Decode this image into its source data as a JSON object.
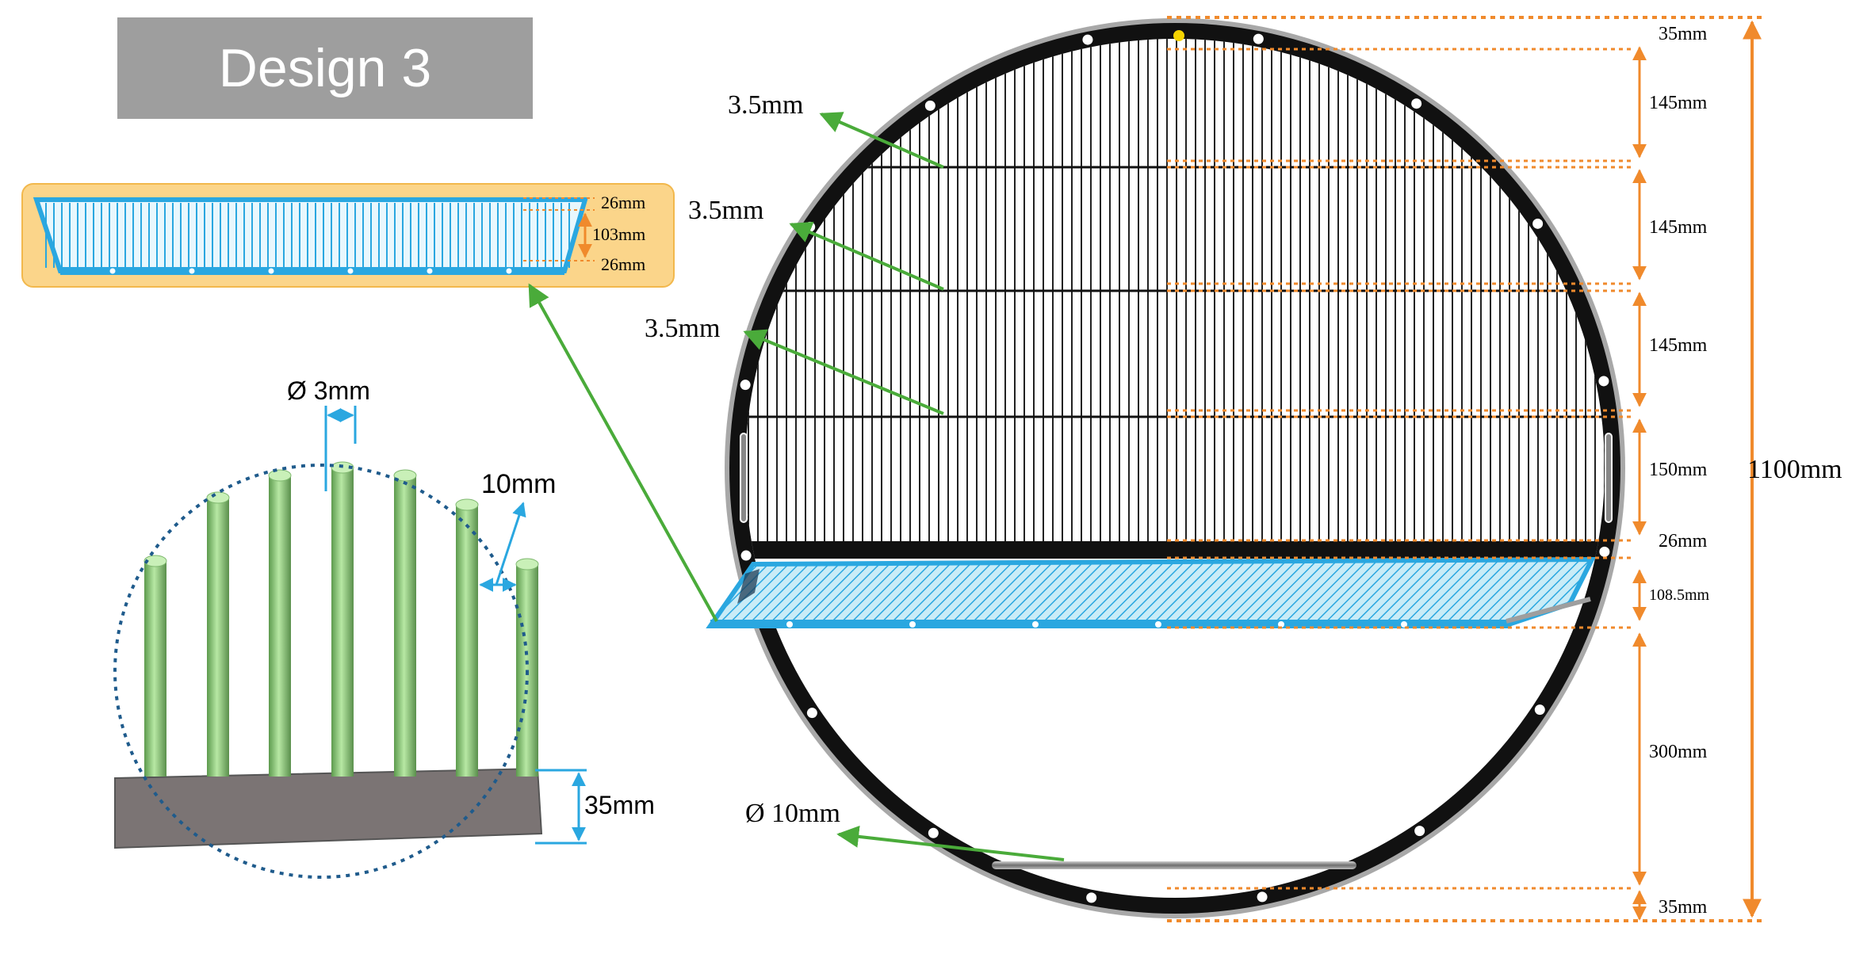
{
  "title": "Design 3",
  "inset": {
    "top_label": "26mm",
    "middle_label": "103mm",
    "bottom_label": "26mm"
  },
  "detail": {
    "rod_diameter": "Ø 3mm",
    "rod_spacing": "10mm",
    "base_height": "35mm"
  },
  "main": {
    "rod_callouts": [
      "3.5mm",
      "3.5mm",
      "3.5mm"
    ],
    "handle_diameter": "Ø 10mm",
    "right_dims": [
      "35mm",
      "145mm",
      "145mm",
      "145mm",
      "150mm",
      "26mm",
      "108.5mm",
      "300mm",
      "35mm"
    ],
    "total_height": "1100mm"
  },
  "colors": {
    "orange": "#f08a2c",
    "blue": "#2aa7e0",
    "green": "#4aab3a",
    "ring": "#111111",
    "ring_outline": "#a8a8a8",
    "rod_green": "#8fcf7d",
    "base_gray": "#7b7474",
    "inset_bg": "#fbd58a"
  }
}
